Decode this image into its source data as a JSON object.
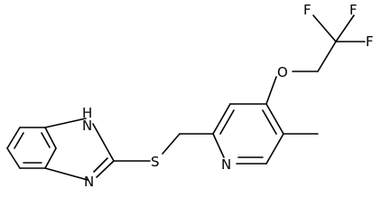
{
  "structure": {
    "atoms": {
      "nh": "H",
      "n_imidazole_1": "N",
      "n_imidazole_2": "N",
      "s": "S",
      "n_pyridine": "N",
      "o": "O",
      "f_1": "F",
      "f_2": "F",
      "f_3": "F"
    }
  }
}
